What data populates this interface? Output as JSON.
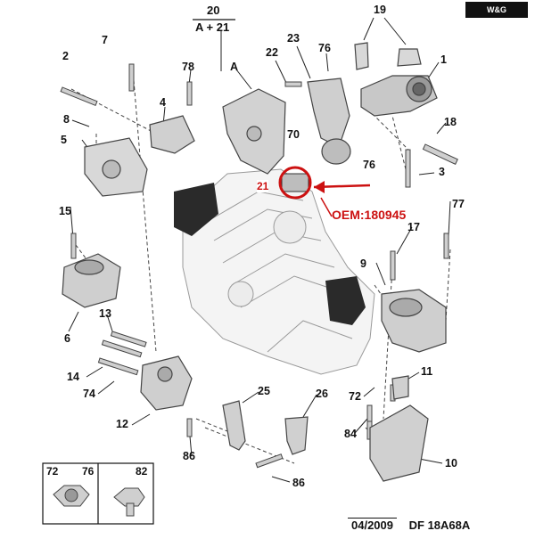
{
  "badge": "W&G",
  "title": {
    "number": "20",
    "sub": "A + 21"
  },
  "oem_label": "OEM:180945",
  "highlight_label": "21",
  "footer": {
    "date": "04/2009",
    "ref": "DF 18A68A"
  },
  "callouts": {
    "c2": "2",
    "c7": "7",
    "c78": "78",
    "c4": "4",
    "c8": "8",
    "c5": "5",
    "cA": "A",
    "c22": "22",
    "c23": "23",
    "c76a": "76",
    "c19": "19",
    "c1": "1",
    "c18": "18",
    "c70": "70",
    "c76b": "76",
    "c3": "3",
    "c77": "77",
    "c17": "17",
    "c15": "15",
    "c6": "6",
    "c13": "13",
    "c9": "9",
    "c14": "14",
    "c74": "74",
    "c11": "11",
    "c72": "72",
    "c12": "12",
    "c25": "25",
    "c26": "26",
    "c84": "84",
    "c10": "10",
    "c86a": "86",
    "c86b": "86"
  },
  "inset": {
    "left_a": "72",
    "left_b": "76",
    "right": "82"
  }
}
